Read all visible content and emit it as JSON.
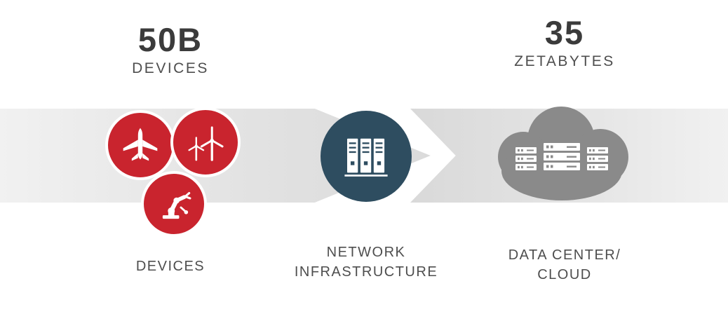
{
  "stats": {
    "devices": {
      "value": "50B",
      "label": "DEVICES"
    },
    "zetabytes": {
      "value": "35",
      "label": "ZETABYTES"
    }
  },
  "flow": {
    "devices": {
      "label": "DEVICES"
    },
    "network": {
      "line1": "NETWORK",
      "line2": "INFRASTRUCTURE"
    },
    "cloud": {
      "line1": "DATA CENTER/",
      "line2": "CLOUD"
    }
  },
  "icons": {
    "airplane": "airplane-icon",
    "wind_turbine": "wind-turbine-icon",
    "robot_arm": "robot-arm-icon",
    "server_rack": "server-rack-icon",
    "cloud": "cloud-icon",
    "data_center_servers": "data-center-servers-icon"
  },
  "colors": {
    "device_red": "#c9242e",
    "network_navy": "#2e4d60",
    "cloud_gray": "#8a8a8a",
    "band_gray": "#e2e2e2",
    "heading_dark": "#3b3b3b",
    "label_gray": "#4e4e4e"
  }
}
